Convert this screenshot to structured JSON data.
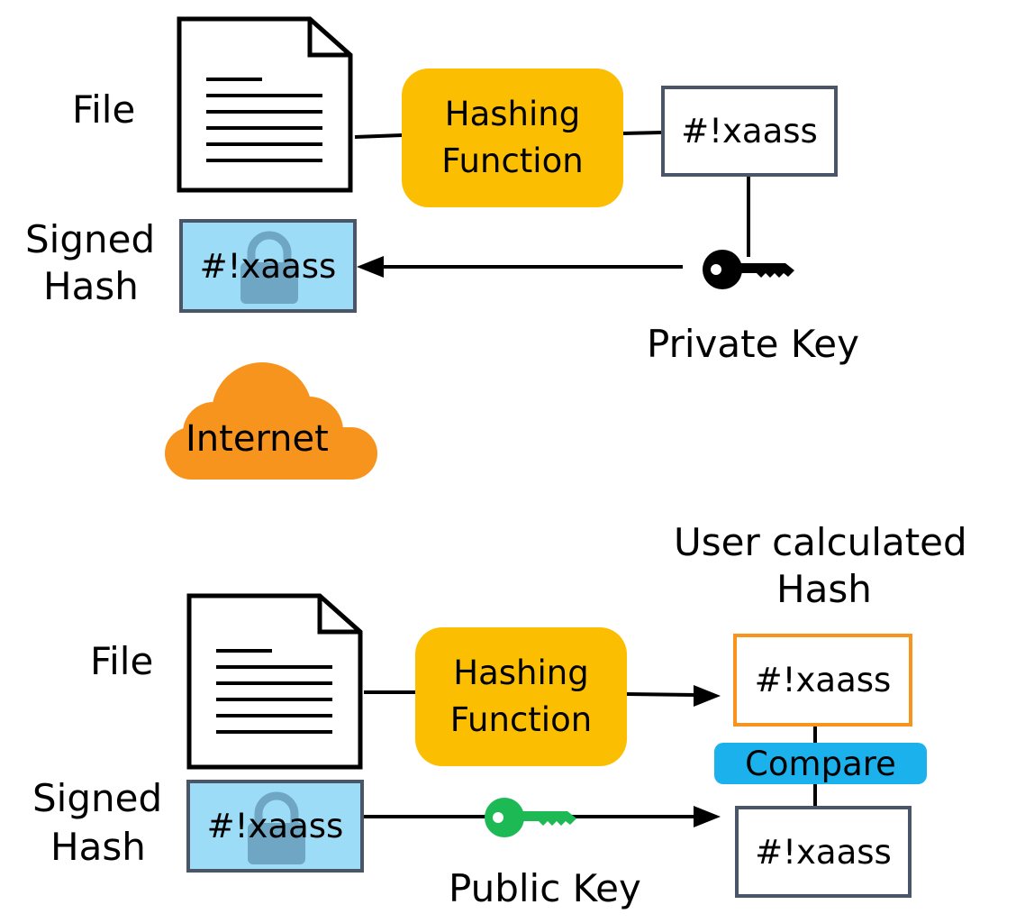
{
  "sender": {
    "file_label": "File",
    "hash_function": [
      "Hashing",
      "Function"
    ],
    "hash_value": "#!xaass",
    "signed_hash_label": [
      "Signed",
      "Hash"
    ],
    "signed_hash_value": "#!xaass",
    "key_label": "Private Key",
    "key_color": "#000000"
  },
  "network": {
    "label": "Internet",
    "color": "#f7941d"
  },
  "receiver": {
    "user_hash_label": [
      "User calculated",
      "Hash"
    ],
    "file_label": "File",
    "hash_function": [
      "Hashing",
      "Function"
    ],
    "user_hash_value": "#!xaass",
    "compare_label": "Compare",
    "signed_hash_label": [
      "Signed",
      "Hash"
    ],
    "signed_hash_value": "#!xaass",
    "decrypted_hash_value": "#!xaass",
    "key_label": "Public Key",
    "key_color": "#1db954"
  },
  "colors": {
    "hash_function_fill": "#fbbe00",
    "signed_hash_fill": "#9ddcf7",
    "compare_fill": "#1ab1ec",
    "box_border": "#4a5668",
    "user_hash_border": "#f7941d"
  }
}
